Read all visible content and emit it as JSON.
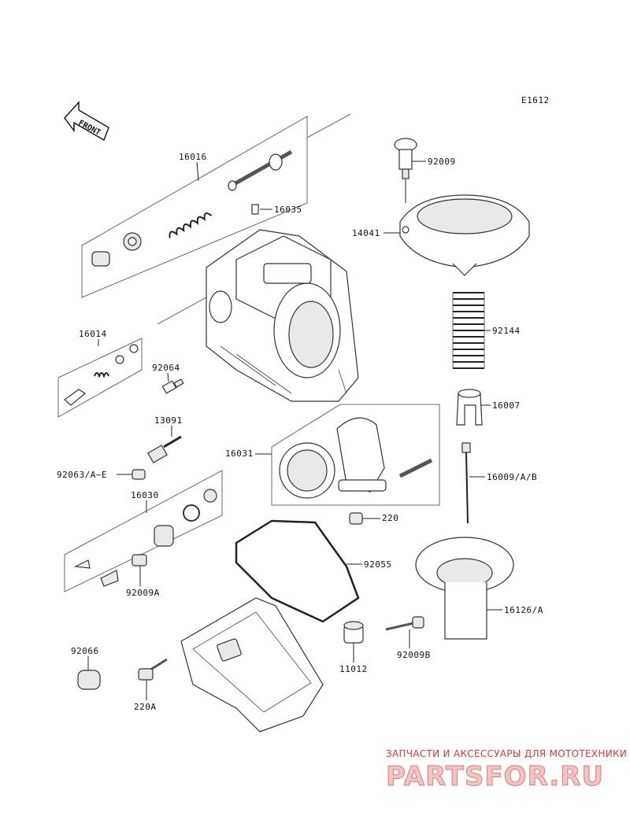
{
  "diagram_code": "E1612",
  "front_label": "FRONT",
  "parts": [
    {
      "id": "p16016",
      "label": "16016"
    },
    {
      "id": "p16035",
      "label": "16035"
    },
    {
      "id": "p92009",
      "label": "92009"
    },
    {
      "id": "p14041",
      "label": "14041"
    },
    {
      "id": "p16014",
      "label": "16014"
    },
    {
      "id": "p92064",
      "label": "92064"
    },
    {
      "id": "p92144",
      "label": "92144"
    },
    {
      "id": "p16007",
      "label": "16007"
    },
    {
      "id": "p13091",
      "label": "13091"
    },
    {
      "id": "p16031",
      "label": "16031"
    },
    {
      "id": "p16009",
      "label": "16009/A/B"
    },
    {
      "id": "p92063",
      "label": "92063/A~E"
    },
    {
      "id": "p16030",
      "label": "16030"
    },
    {
      "id": "p220",
      "label": "220"
    },
    {
      "id": "p92055",
      "label": "92055"
    },
    {
      "id": "p92009a",
      "label": "92009A"
    },
    {
      "id": "p16126",
      "label": "16126/A"
    },
    {
      "id": "p92066",
      "label": "92066"
    },
    {
      "id": "p11012",
      "label": "11012"
    },
    {
      "id": "p92009b",
      "label": "92009B"
    },
    {
      "id": "p220a",
      "label": "220A"
    }
  ],
  "watermark": {
    "tagline": "ЗАПЧАСТИ И АКСЕССУАРЫ ДЛЯ МОТОТЕХНИКИ",
    "brand": "PARTSFOR.RU"
  }
}
